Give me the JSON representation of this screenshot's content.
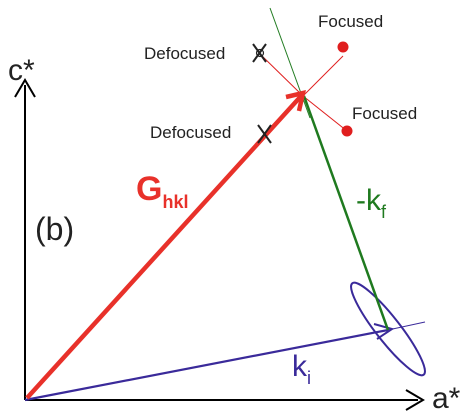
{
  "panel_label": "(b)",
  "axes": {
    "x_label": "a*",
    "y_label": "c*"
  },
  "vectors": {
    "g": {
      "symbol": "G",
      "subscript": "hkl"
    },
    "kf": {
      "symbol": "-k",
      "subscript": "f"
    },
    "ki": {
      "symbol": "k",
      "subscript": "i"
    }
  },
  "annotations": {
    "defocused_top": "Defocused",
    "defocused_mid": "Defocused",
    "focused_top": "Focused",
    "focused_right": "Focused"
  },
  "colors": {
    "g_vector": "#e8312a",
    "kf_vector": "#1f7a1f",
    "ki_vector": "#3a2a9a",
    "ellipse": "#3a2a9a",
    "focused_dot": "#e01e1e",
    "thin_red": "#e01e1e",
    "thin_green": "#1f7a1f",
    "axes": "#000000",
    "text": "#222222"
  }
}
